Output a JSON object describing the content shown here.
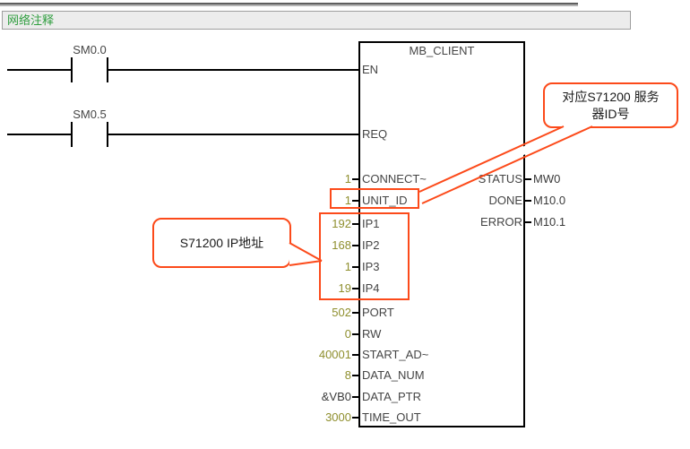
{
  "colors": {
    "annotation_red": "#fc4a1a",
    "operand_olive": "#8f8f2e",
    "header_green": "#2f9e3f"
  },
  "network_header": {
    "title": "网络注释"
  },
  "rungs": {
    "contacts": [
      {
        "label": "SM0.0"
      },
      {
        "label": "SM0.5"
      }
    ]
  },
  "block": {
    "title": "MB_CLIENT",
    "power_pins": [
      {
        "name": "EN"
      },
      {
        "name": "REQ"
      }
    ],
    "inputs": [
      {
        "name": "CONNECT~",
        "value": "1"
      },
      {
        "name": "UNIT_ID",
        "value": "1"
      },
      {
        "name": "IP1",
        "value": "192"
      },
      {
        "name": "IP2",
        "value": "168"
      },
      {
        "name": "IP3",
        "value": "1"
      },
      {
        "name": "IP4",
        "value": "19"
      },
      {
        "name": "PORT",
        "value": "502"
      },
      {
        "name": "RW",
        "value": "0"
      },
      {
        "name": "START_AD~",
        "value": "40001"
      },
      {
        "name": "DATA_NUM",
        "value": "8"
      },
      {
        "name": "DATA_PTR",
        "value": "&VB0"
      },
      {
        "name": "TIME_OUT",
        "value": "3000"
      }
    ],
    "outputs": [
      {
        "name": "STATUS",
        "value": "MW0"
      },
      {
        "name": "DONE",
        "value": "M10.0"
      },
      {
        "name": "ERROR",
        "value": "M10.1"
      }
    ]
  },
  "annotations": {
    "unit_id_callout": {
      "line1": "对应S71200 服务",
      "line2": "器ID号"
    },
    "ip_callout": {
      "text": "S71200 IP地址"
    }
  }
}
